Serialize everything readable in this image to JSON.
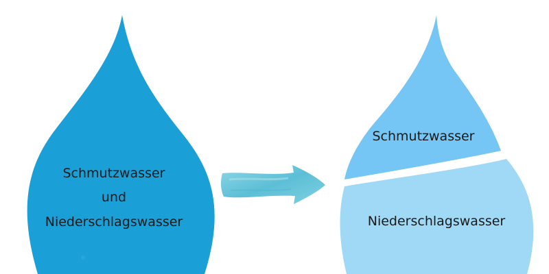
{
  "left_drop": {
    "line1": "Schmutzwasser",
    "line2": "und",
    "line3": "Niederschlagswasser",
    "color": "#1a9fd6"
  },
  "right_drop": {
    "top_label": "Schmutzwasser",
    "bottom_label": "Niederschlagswasser",
    "top_color": "#75c6f4",
    "bottom_color": "#9fd9f5"
  },
  "arrow": {
    "color": "#6cc6dc"
  }
}
